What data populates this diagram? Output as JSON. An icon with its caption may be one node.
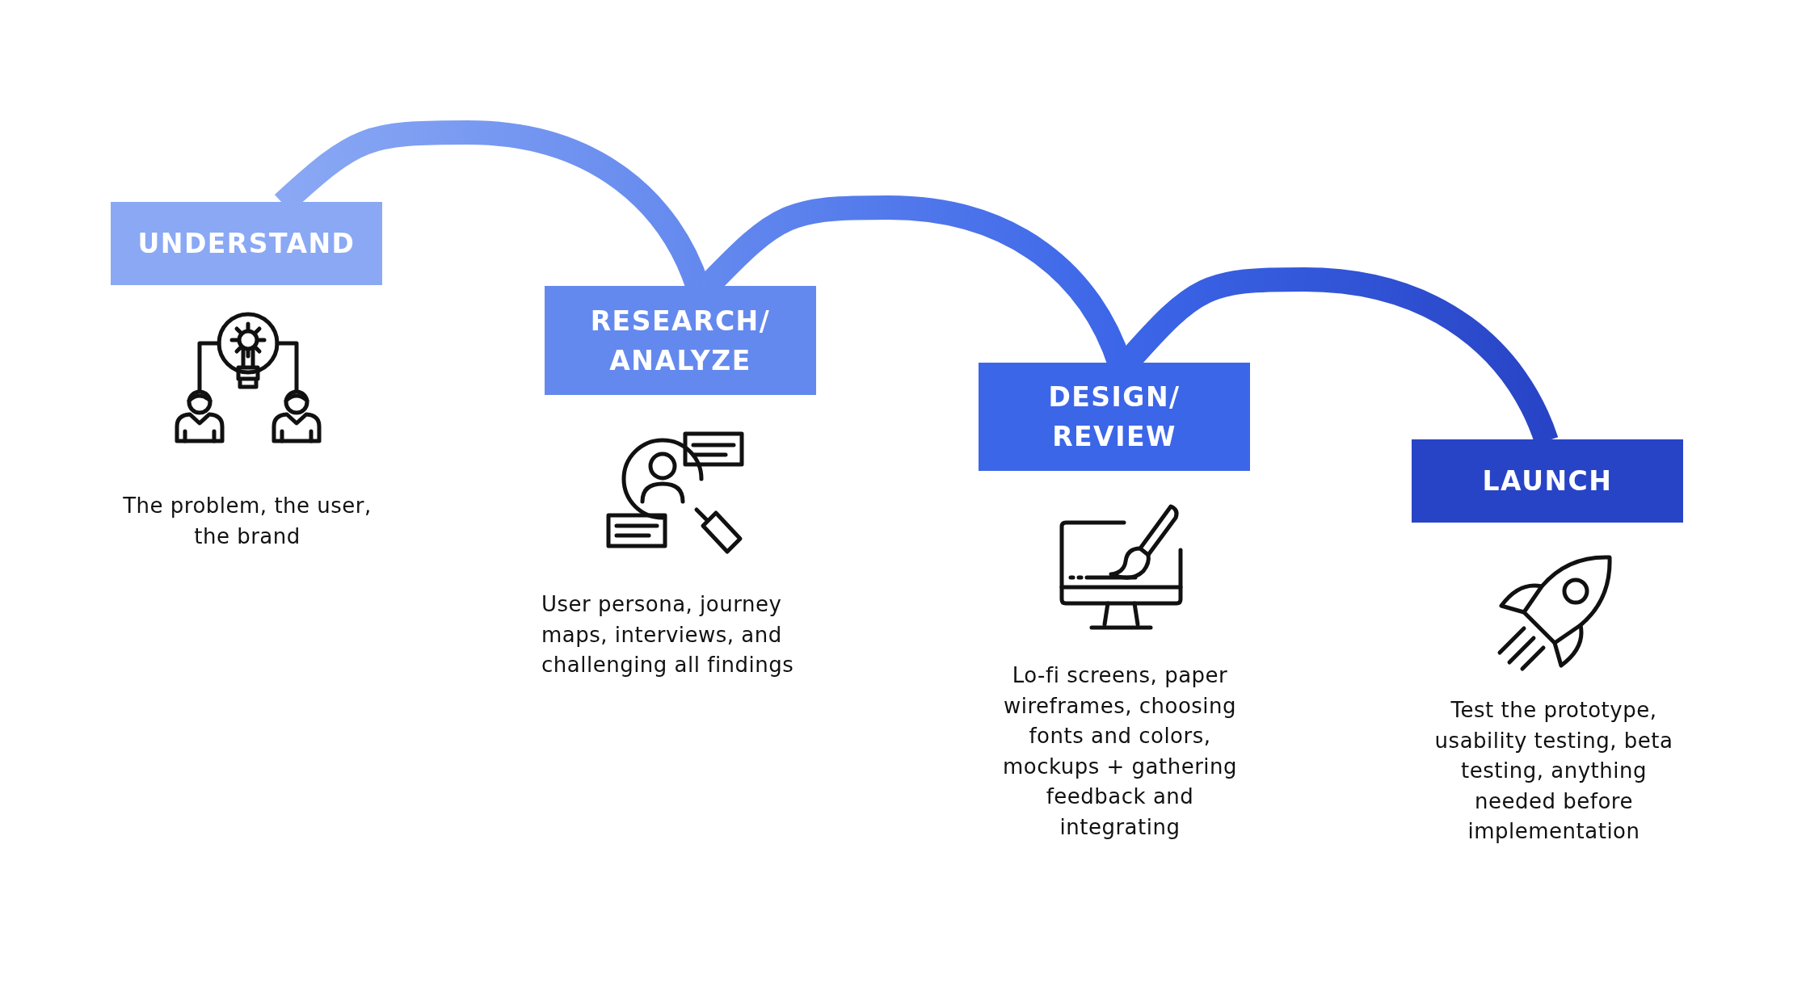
{
  "diagram": {
    "nodes": [
      {
        "text": [
          "UNDERSTAND"
        ]
      },
      {
        "text": [
          "RESEARCH/ ANALYZE"
        ]
      },
      {
        "text": [
          "DESIGN/ REVIEW"
        ]
      },
      {
        "text": [
          "LAUNCH"
        ]
      }
    ],
    "edges": [
      {
        "from": 0,
        "to": 1,
        "arrow": "none",
        "style": "thick"
      },
      {
        "from": 1,
        "to": 2,
        "arrow": "none",
        "style": "thick"
      },
      {
        "from": 2,
        "to": 3,
        "arrow": "none",
        "style": "thick"
      }
    ],
    "labels": [
      "The problem, the user, the brand",
      "User persona, journey maps, interviews, and challenging all findings",
      "Lo-fi screens, paper wireframes, choosing fonts and colors, mockups + gathering feedback and integrating",
      "Test the prototype, usability testing, beta testing, anything needed before implementation"
    ]
  }
}
